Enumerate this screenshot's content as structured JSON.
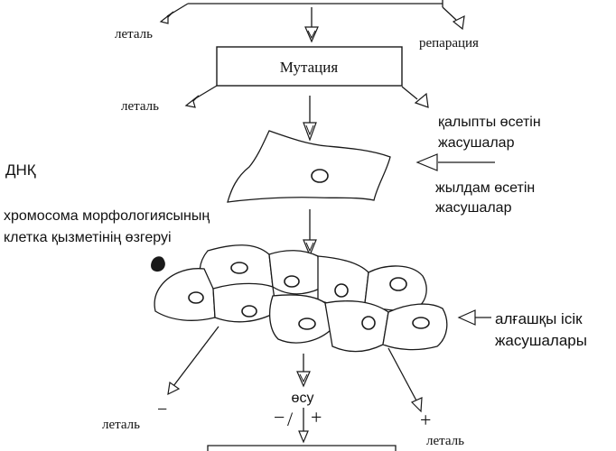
{
  "mutation_box": {
    "label": "Мутация"
  },
  "labels": {
    "lethal_top": "леталь",
    "repair": "репарация",
    "lethal_mid": "леталь",
    "normal_growth_line1": "қалыпты өсетін",
    "normal_growth_line2": "жасушалар",
    "dna": "ДНҚ",
    "fast_growth_line1": "жылдам өсетін",
    "fast_growth_line2": "жасушалар",
    "chromosome_line1": "хромосома морфологиясының",
    "chromosome_line2": "клетка қызметінің өзгеруі",
    "primary_tumor_line1": "алғашқы ісік",
    "primary_tumor_line2": "жасушалары",
    "growth": "өсу",
    "growth_signs_minus": "−",
    "growth_signs_slash": "/",
    "growth_signs_plus": "+",
    "lethal_bottom_left": "леталь",
    "lethal_bottom_left_sign": "−",
    "lethal_bottom_right": "леталь",
    "lethal_bottom_right_sign": "+"
  }
}
